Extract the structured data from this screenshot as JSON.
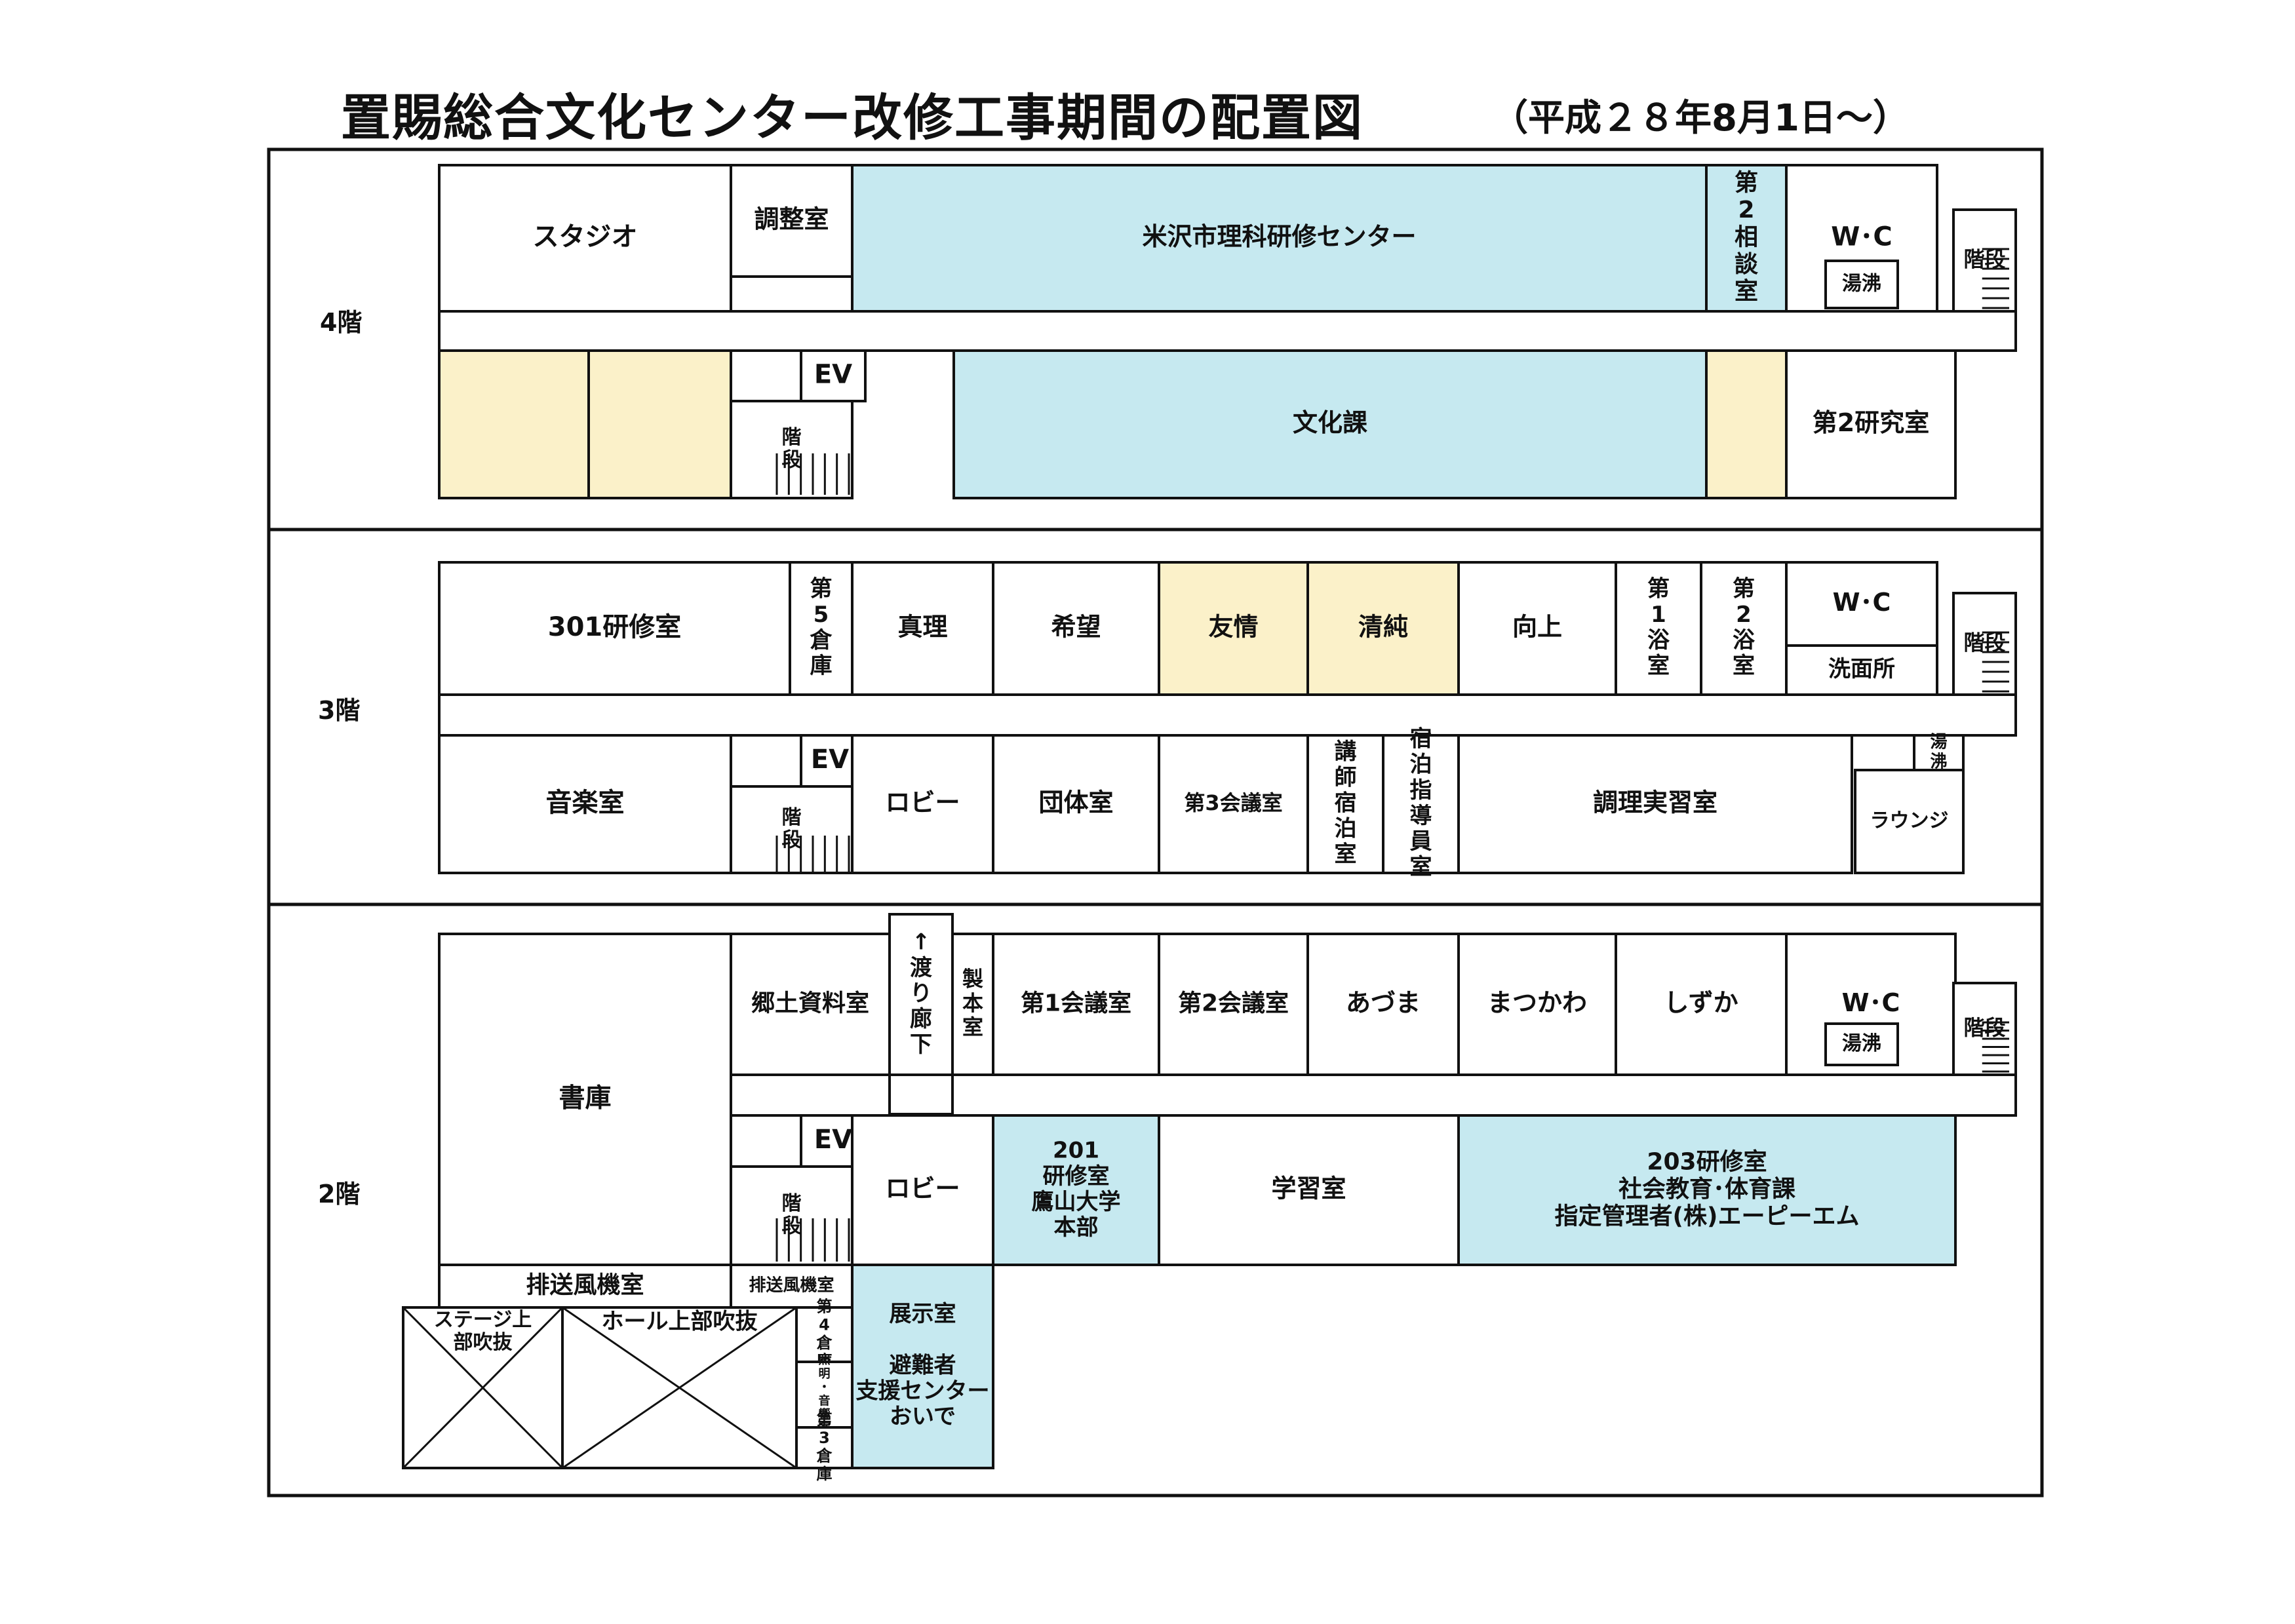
{
  "title": "置賜総合文化センター改修工事期間の配置図",
  "subtitle": "（平成２８年8月1日～）",
  "colors": {
    "blue": "#c6e9f0",
    "yellow": "#fbf1c9",
    "white": "#ffffff",
    "line": "#111111"
  },
  "floors": [
    {
      "label": "4階"
    },
    {
      "label": "3階"
    },
    {
      "label": "2階"
    }
  ],
  "rooms": [
    {
      "t": [
        "スタジオ"
      ]
    },
    {
      "t": [
        "調整室"
      ]
    },
    {
      "t": [
        "米沢市理科研修センター"
      ]
    },
    {
      "t": [
        "第",
        "2",
        "相",
        "談",
        "室"
      ]
    },
    {
      "t": [
        "W･C"
      ]
    },
    {
      "t": [
        "湯沸"
      ]
    },
    {
      "t": [
        "階段"
      ]
    },
    {
      "t": []
    },
    {
      "t": []
    },
    {
      "t": [
        "EV"
      ]
    },
    {
      "t": [
        "階",
        "段"
      ]
    },
    {
      "t": [
        "文化課"
      ]
    },
    {
      "t": []
    },
    {
      "t": [
        "第2研究室"
      ]
    },
    {
      "t": [
        "301研修室"
      ]
    },
    {
      "t": [
        "第",
        "5",
        "倉",
        "庫"
      ]
    },
    {
      "t": [
        "真理"
      ]
    },
    {
      "t": [
        "希望"
      ]
    },
    {
      "t": [
        "友情"
      ]
    },
    {
      "t": [
        "清純"
      ]
    },
    {
      "t": [
        "向上"
      ]
    },
    {
      "t": [
        "第",
        "1",
        "浴",
        "室"
      ]
    },
    {
      "t": [
        "第",
        "2",
        "浴",
        "室"
      ]
    },
    {
      "t": [
        "W･C"
      ]
    },
    {
      "t": [
        "洗面所"
      ]
    },
    {
      "t": [
        "階段"
      ]
    },
    {
      "t": [
        "音楽室"
      ]
    },
    {
      "t": [
        "EV"
      ]
    },
    {
      "t": [
        "階",
        "段"
      ]
    },
    {
      "t": [
        "ロビー"
      ]
    },
    {
      "t": [
        "団体室"
      ]
    },
    {
      "t": [
        "第3会議室"
      ]
    },
    {
      "t": [
        "講",
        "師",
        "宿",
        "泊",
        "室"
      ]
    },
    {
      "t": [
        "宿",
        "泊",
        "指",
        "導",
        "員",
        "室"
      ]
    },
    {
      "t": [
        "調理実習室"
      ]
    },
    {
      "t": [
        "湯",
        "沸"
      ]
    },
    {
      "t": [
        "ラウンジ"
      ]
    },
    {
      "t": [
        "書庫"
      ]
    },
    {
      "t": [
        "郷土資料室"
      ]
    },
    {
      "t": [
        "↑",
        "渡",
        "り",
        "廊",
        "下"
      ]
    },
    {
      "t": [
        "製",
        "本",
        "室"
      ]
    },
    {
      "t": [
        "第1会議室"
      ]
    },
    {
      "t": [
        "第2会議室"
      ]
    },
    {
      "t": [
        "あづま"
      ]
    },
    {
      "t": [
        "まつかわ"
      ]
    },
    {
      "t": [
        "しずか"
      ]
    },
    {
      "t": [
        "W･C"
      ]
    },
    {
      "t": [
        "湯沸"
      ]
    },
    {
      "t": [
        "階段"
      ]
    },
    {
      "t": [
        "EV"
      ]
    },
    {
      "t": [
        "階",
        "段"
      ]
    },
    {
      "t": [
        "ロビー"
      ]
    },
    {
      "t": [
        "201",
        "研修室",
        "鷹山大学",
        "本部"
      ]
    },
    {
      "t": [
        "学習室"
      ]
    },
    {
      "t": [
        "203研修室",
        "社会教育･体育課",
        "指定管理者(株)エーピーエム"
      ]
    },
    {
      "t": [
        "排送風機室"
      ]
    },
    {
      "t": [
        "排送風機室"
      ]
    },
    {
      "t": [
        "ステージ上",
        "部吹抜"
      ]
    },
    {
      "t": [
        "ホール上部吹抜"
      ]
    },
    {
      "t": [
        "第",
        "4",
        "倉",
        "庫"
      ]
    },
    {
      "t": [
        "照",
        "明",
        "・",
        "音",
        "響",
        "室"
      ]
    },
    {
      "t": [
        "第",
        "3",
        "倉",
        "庫"
      ]
    },
    {
      "t": [
        "展示室",
        "",
        "避難者",
        "支援センター",
        "おいで"
      ]
    }
  ]
}
